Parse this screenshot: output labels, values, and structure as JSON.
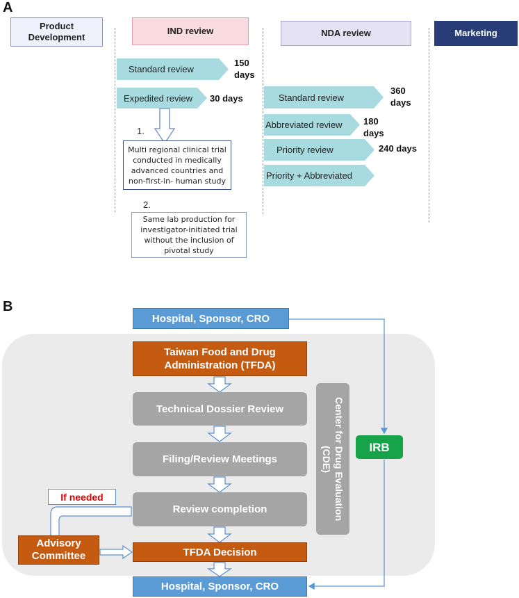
{
  "panel_a": {
    "letter": "A",
    "phases": {
      "product_development": "Product Development",
      "ind_review": "IND review",
      "nda_review": "NDA review",
      "marketing": "Marketing"
    },
    "ind": {
      "standard_label": "Standard review",
      "standard_days_num": "150",
      "standard_days_unit": "days",
      "expedited_label": "Expedited review",
      "expedited_days": "30 days",
      "note1_number": "1.",
      "note1_text": "Multi regional clinical trial conducted in medically advanced countries and non-first-in- human study",
      "note2_number": "2.",
      "note2_text": "Same lab production for investigator-initiated trial without the inclusion of pivotal study"
    },
    "nda": {
      "standard_label": "Standard review",
      "standard_days_num": "360",
      "standard_days_unit": "days",
      "abbreviated_label": "Abbreviated review",
      "abbreviated_days_num": "180",
      "abbreviated_days_unit": "days",
      "priority_label": "Priority review",
      "priority_days": "240 days",
      "priority_abbrev_label": "Priority + Abbreviated"
    }
  },
  "panel_b": {
    "letter": "B",
    "hospital_top": "Hospital, Sponsor, CRO",
    "tfda_line1": "Taiwan Food and Drug",
    "tfda_line2": "Administration (TFDA)",
    "technical_review": "Technical Dossier Review",
    "filing_meetings": "Filing/Review Meetings",
    "review_completion": "Review completion",
    "tfda_decision": "TFDA Decision",
    "hospital_bottom": "Hospital, Sponsor, CRO",
    "cde": "Center for Drug Evaluation (CDE)",
    "irb": "IRB",
    "if_needed": "If needed",
    "advisory_line1": "Advisory",
    "advisory_line2": "Committee"
  },
  "colors": {
    "blue_box": "#5b9bd5",
    "orange_box": "#c55a11",
    "gray_box": "#a5a5a5",
    "green_irb": "#16a34a",
    "chevron": "#a8dbe0",
    "marketing": "#283c78",
    "if_needed_text": "#e00000"
  }
}
